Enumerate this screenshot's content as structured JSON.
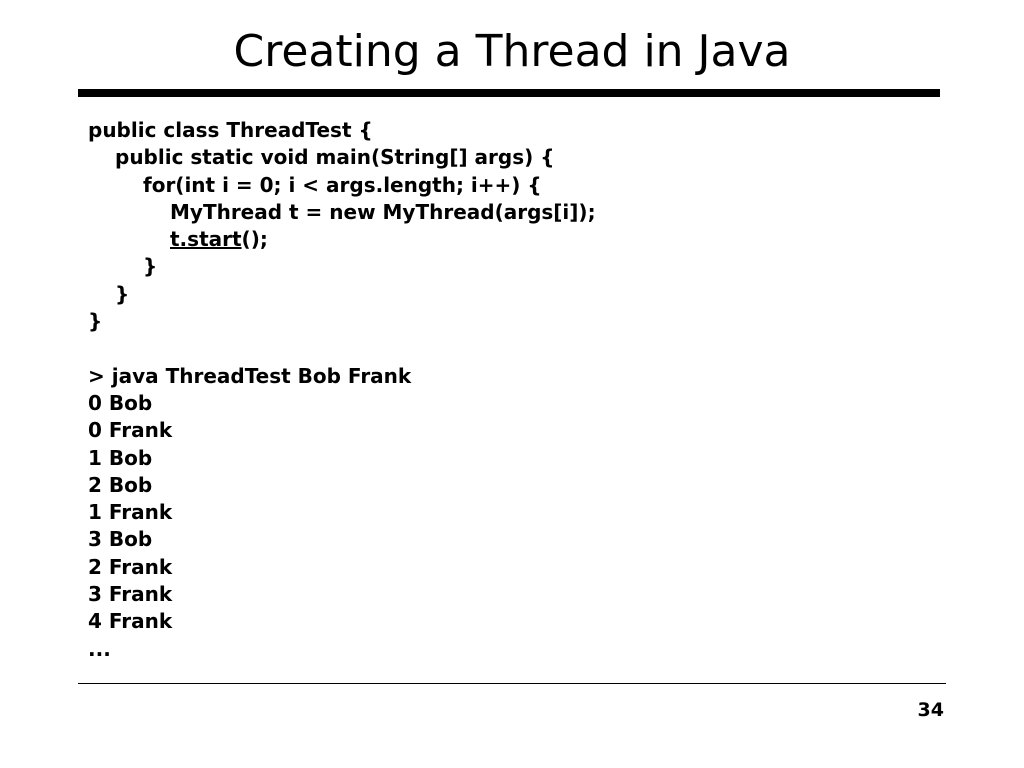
{
  "slide": {
    "title": "Creating a Thread in Java",
    "page_number": "34"
  },
  "code": {
    "line_1": "public class ThreadTest {",
    "line_2": "public static void main(String[] args) {",
    "line_3": "for(int i = 0; i < args.length; i++) {",
    "line_4": "MyThread t = new MyThread(args[i]);",
    "line_5_call": "t.start",
    "line_5_rest": "();",
    "line_6": "}",
    "line_7": "}",
    "line_8": "}"
  },
  "console": {
    "command": "> java ThreadTest Bob Frank",
    "output": [
      "0 Bob",
      "0 Frank",
      "1 Bob",
      "2 Bob",
      "1 Frank",
      "3 Bob",
      "2 Frank",
      "3 Frank",
      "4 Frank",
      "..."
    ]
  },
  "colors": {
    "text": "#000000",
    "background": "#ffffff",
    "rule": "#000000"
  }
}
